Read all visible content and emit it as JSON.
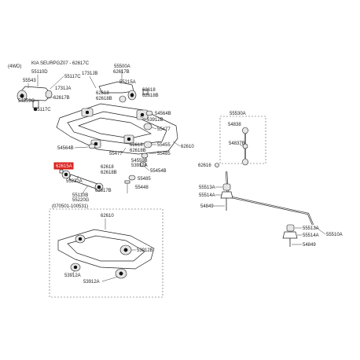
{
  "header": {
    "drive": "(4WD)",
    "applicability": "KIA SEURPGZ07 - 62617C"
  },
  "inset": {
    "range": "(070501-100531)"
  },
  "labels": {
    "l55110D": "55110D",
    "l55543": "55543",
    "l55117C_a": "55117C",
    "l1731JB": "1731JB",
    "l55500A": "55500A",
    "l62617B_a": "62617B",
    "l55215A": "55215A",
    "l1731JA": "1731JA",
    "l62618_a": "62618",
    "l62618B_a": "62618B",
    "l62618_b": "62618",
    "l62618B_b": "62618B",
    "l54559C": "54559C",
    "l62617B_b": "62617B",
    "l55117C_b": "55117C",
    "l54564B_a": "54564B",
    "l53912B_a": "53912B",
    "l55477_a": "55477",
    "l55455": "55455",
    "l62618_c": "62618",
    "l62618B_c": "62618B",
    "l55485_a": "55485",
    "l54564B_b": "54564B",
    "l55477_b": "55477",
    "l54559B": "54559B",
    "l62610_a": "62610",
    "l53912A_a": "53912A",
    "l55454B": "55454B",
    "l62615A": "62615A",
    "l62618_d": "62618",
    "l62618B_d": "62618B",
    "l55485_b": "55485",
    "l55232A": "55232A",
    "l62617B_c": "62617B",
    "l55448": "55448",
    "l55110B": "55110B",
    "l55220G": "55220G",
    "l55530A": "55530A",
    "l54838": "54838",
    "l54837B": "54837B",
    "l62616": "62616",
    "l55513A_a": "55513A",
    "l55514A_a": "55514A",
    "l54849_a": "54849",
    "l55513A_b": "55513A",
    "l55514A_b": "55514A",
    "l55510A": "55510A",
    "l54849_b": "54849",
    "l62610_b": "62610",
    "l53912B_b": "53912B",
    "l53912A_b": "53912A",
    "l53912A_c": "53912A"
  },
  "colors": {
    "highlight": "#d9231f",
    "ink": "#222222",
    "shade": "#e6e6e6"
  }
}
